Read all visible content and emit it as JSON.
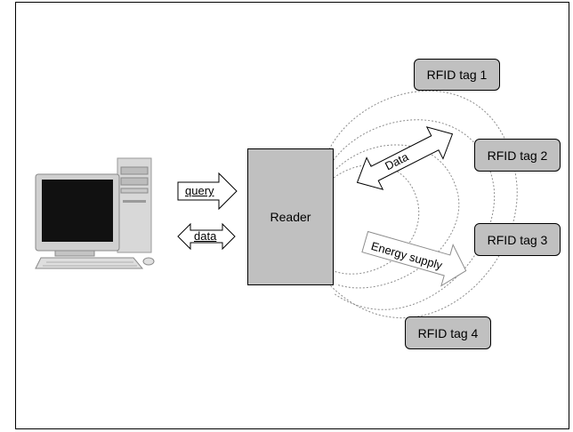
{
  "reader": {
    "label": "Reader"
  },
  "arrows": {
    "query": "query",
    "data": "data"
  },
  "field_arrows": {
    "data": "Data",
    "energy": "Energy supply"
  },
  "tags": [
    "RFID tag 1",
    "RFID tag 2",
    "RFID tag 3",
    "RFID tag 4"
  ]
}
